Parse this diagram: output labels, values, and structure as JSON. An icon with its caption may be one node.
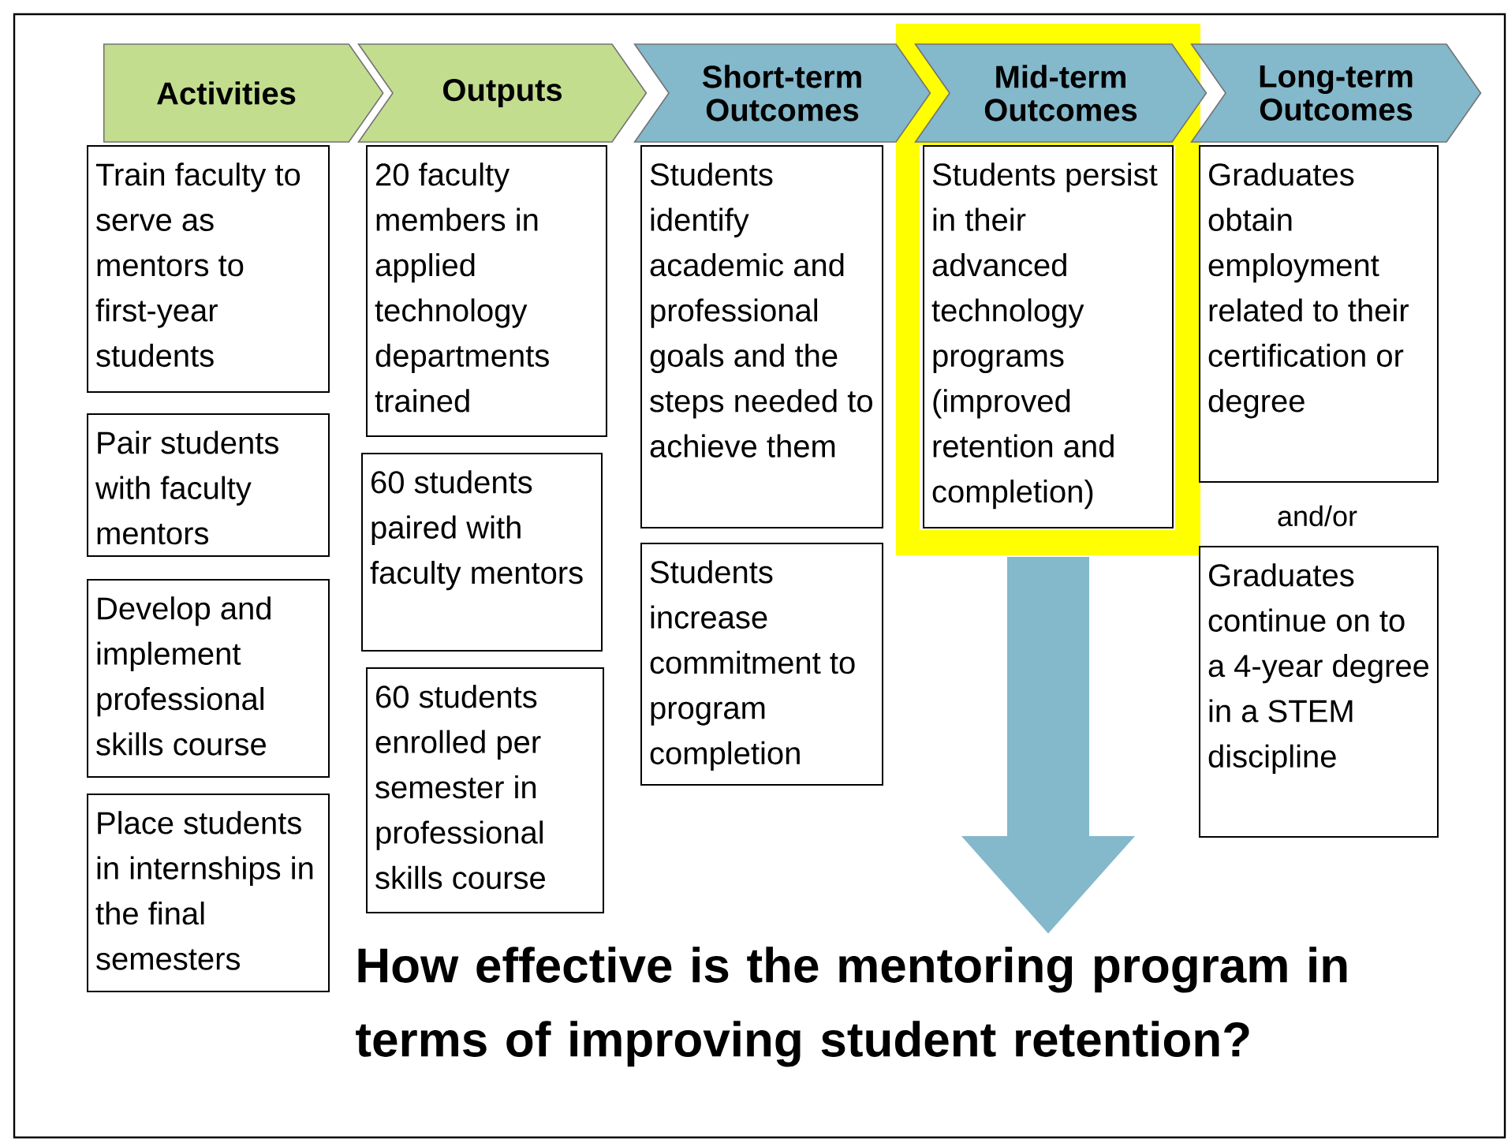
{
  "diagram": {
    "nodes": [
      {
        "text": [
          "Activities"
        ]
      },
      {
        "text": [
          "Outputs"
        ]
      },
      {
        "text": [
          "Short-term Outcomes"
        ]
      },
      {
        "text": [
          "Mid-term Outcomes"
        ]
      },
      {
        "text": [
          "Long-term Outcomes"
        ]
      },
      {
        "text": [
          "Train faculty to serve as mentors to first-year students"
        ]
      },
      {
        "text": [
          "Pair students with faculty mentors"
        ]
      },
      {
        "text": [
          "Develop and implement professional skills course"
        ]
      },
      {
        "text": [
          "Place students in internships in the final semesters"
        ]
      },
      {
        "text": [
          "20 faculty members in applied technology departments trained"
        ]
      },
      {
        "text": [
          "60 students paired with faculty mentors"
        ]
      },
      {
        "text": [
          "60 students enrolled per semester in professional skills course"
        ]
      },
      {
        "text": [
          "Students identify academic and professional goals and the steps needed to achieve them"
        ]
      },
      {
        "text": [
          "Students increase commitment to program completion"
        ]
      },
      {
        "text": [
          "Students persist in their advanced technology programs (improved retention and completion)"
        ]
      },
      {
        "text": [
          "Graduates obtain employment related to their certification or degree"
        ]
      },
      {
        "text": [
          "Graduates continue on to a 4-year degree in a STEM discipline"
        ]
      },
      {
        "text": [
          "How effective is the mentoring program in terms of  improving student retention?"
        ]
      }
    ],
    "edges": [
      {
        "from": 14,
        "to": 17,
        "arrow": "to"
      }
    ],
    "labels": [
      "and/or"
    ]
  }
}
